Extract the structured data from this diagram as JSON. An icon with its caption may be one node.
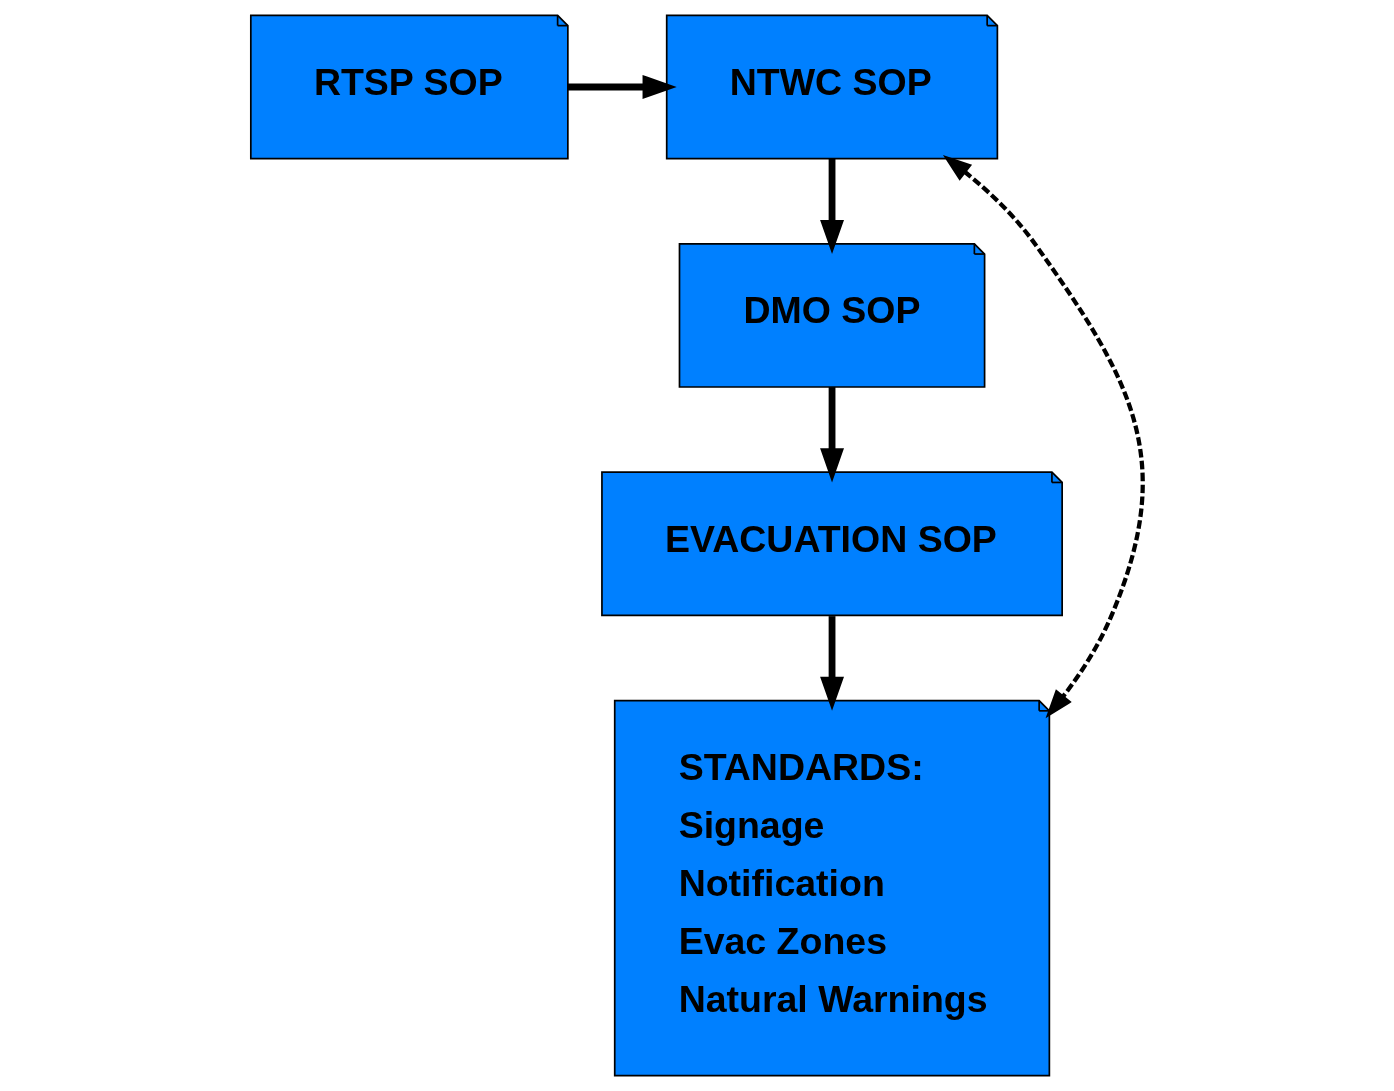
{
  "diagram": {
    "nodes": [
      {
        "text": [
          "RTSP SOP"
        ]
      },
      {
        "text": [
          "NTWC SOP"
        ]
      },
      {
        "text": [
          "DMO SOP"
        ]
      },
      {
        "text": [
          "EVACUATION SOP"
        ]
      },
      {
        "text": [
          "STANDARDS:",
          "Signage",
          "Notification",
          "Evac Zones",
          "Natural Warnings"
        ]
      }
    ],
    "edges": [
      {
        "from": 0,
        "to": 1,
        "arrow": "to"
      },
      {
        "from": 1,
        "to": 4,
        "arrow": "both",
        "style": "dashed"
      },
      {
        "from": 1,
        "to": 2,
        "arrow": "to"
      },
      {
        "from": 2,
        "to": 3,
        "arrow": "to"
      },
      {
        "from": 3,
        "to": 4,
        "arrow": "to"
      }
    ]
  }
}
